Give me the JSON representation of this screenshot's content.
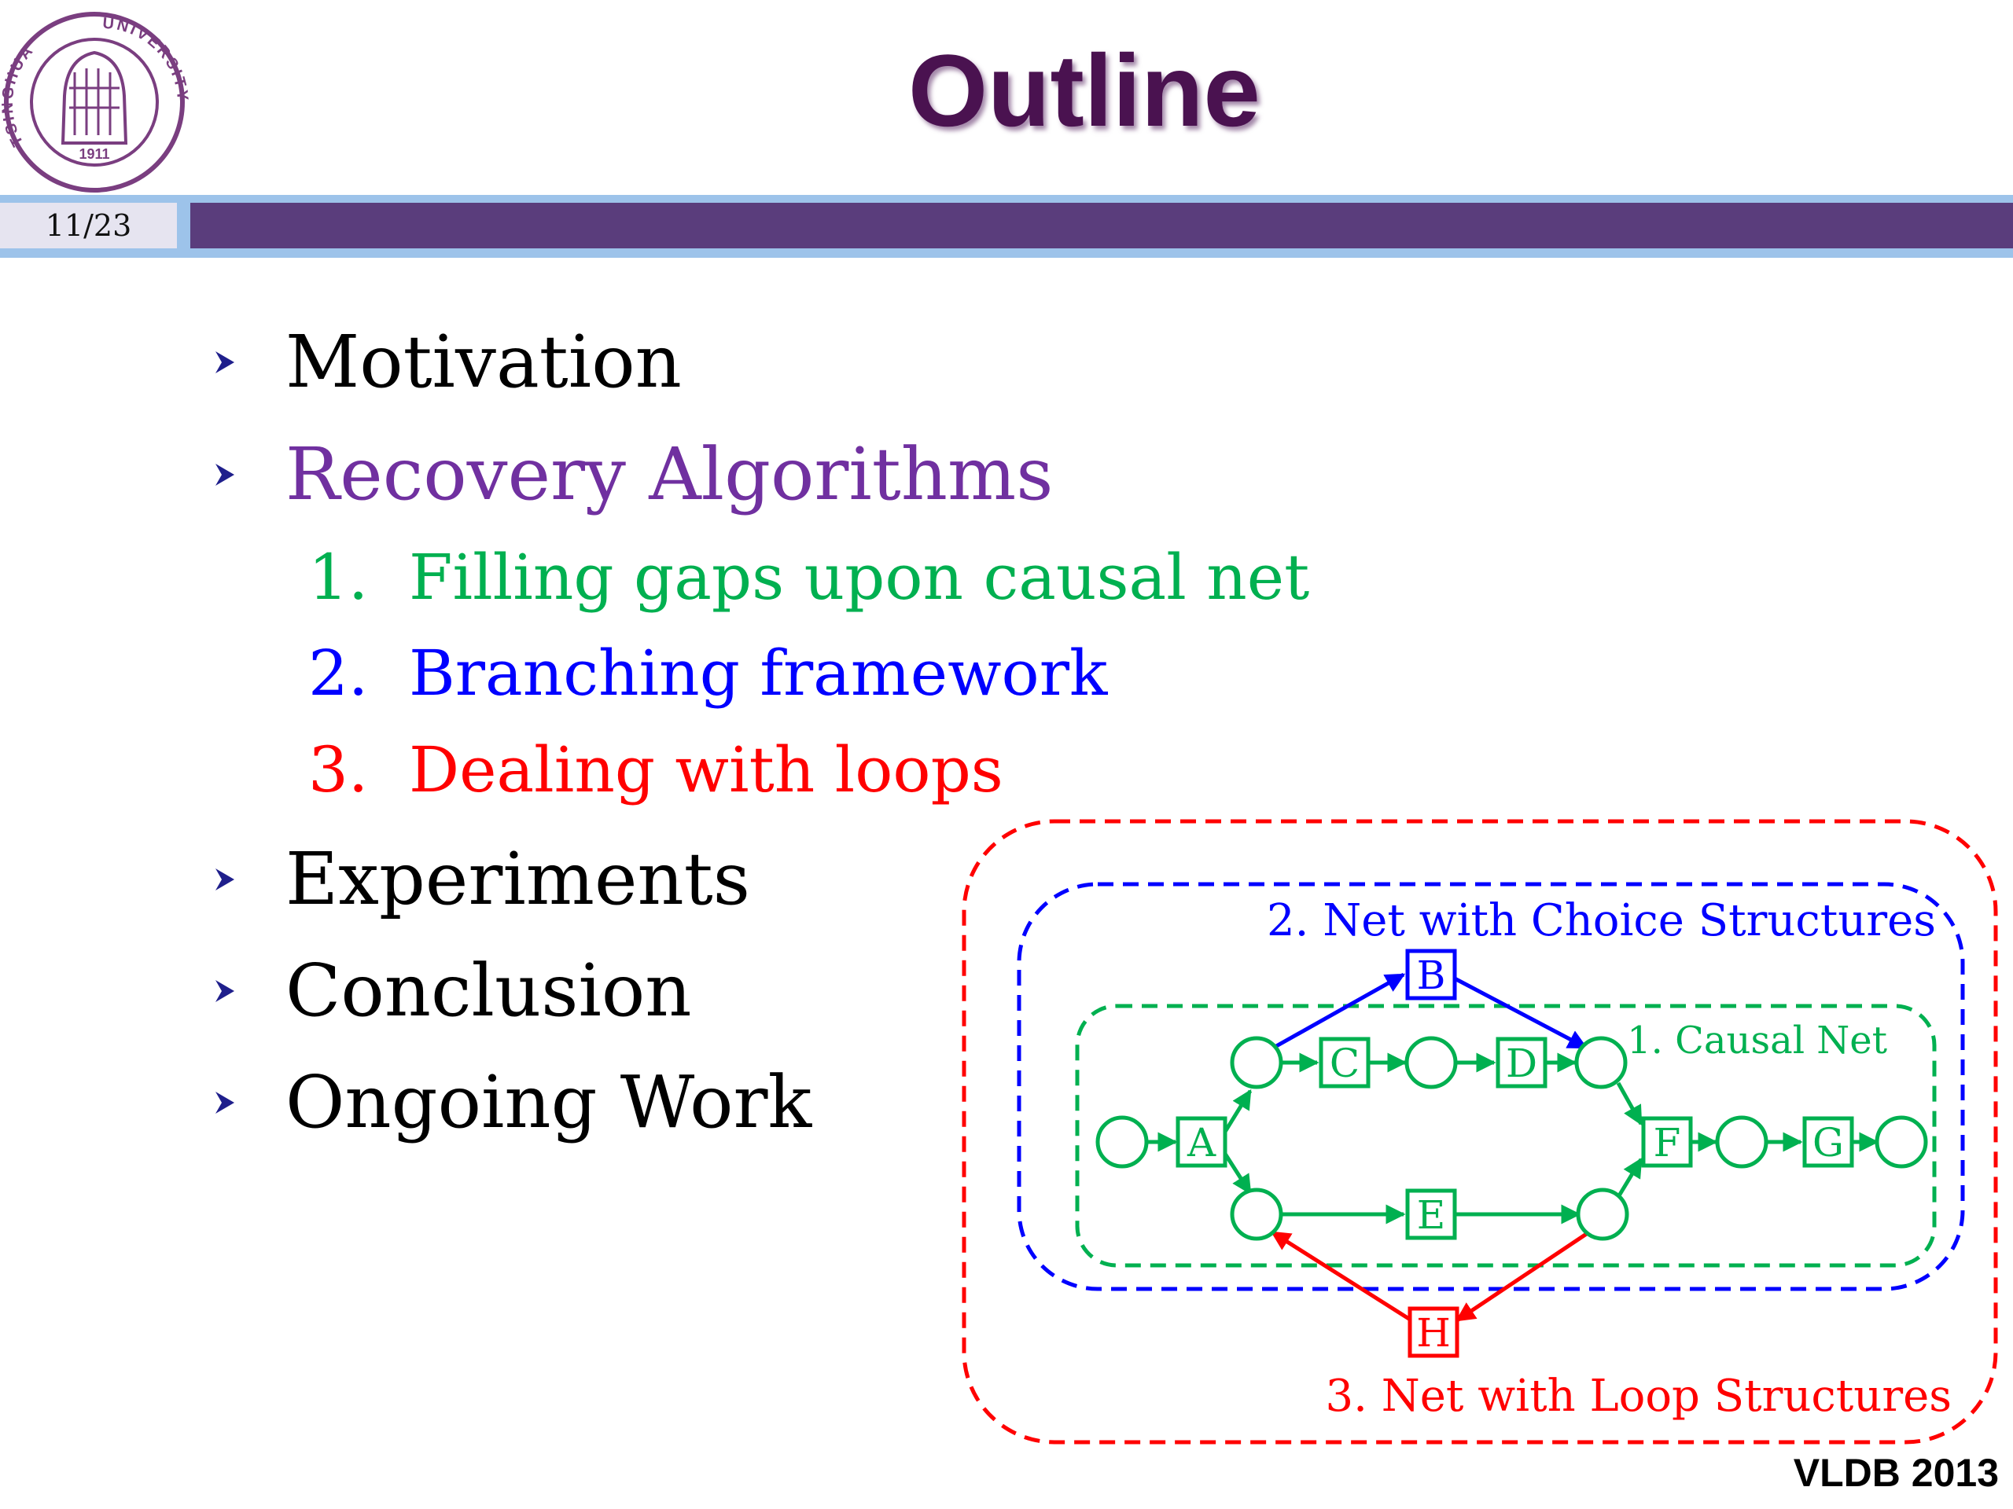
{
  "header": {
    "title": "Outline",
    "page_number": "11/23"
  },
  "logo": {
    "ring_text_left": "TSINGHUA",
    "ring_text_right": "UNIVERSITY",
    "year": "1911",
    "color": "#7a3e80"
  },
  "outline": {
    "items": [
      {
        "label": "Motivation",
        "color": "#000000"
      },
      {
        "label": "Recovery Algorithms",
        "color": "#7030a0"
      },
      {
        "label": "Experiments",
        "color": "#000000"
      },
      {
        "label": "Conclusion",
        "color": "#000000"
      },
      {
        "label": "Ongoing Work",
        "color": "#000000"
      }
    ],
    "subitems": [
      {
        "num": "1.",
        "label": "Filling gaps upon causal net",
        "color": "#00b050"
      },
      {
        "num": "2.",
        "label": "Branching framework",
        "color": "#0000ff"
      },
      {
        "num": "3.",
        "label": "Dealing with loops",
        "color": "#ff0000"
      }
    ],
    "bullet_icon": "chevron-right-icon",
    "bullet_color": "#1f1f8c"
  },
  "diagram": {
    "regions": [
      {
        "label": "3. Net with Loop Structures",
        "color": "#ff0000"
      },
      {
        "label": "2. Net with Choice Structures",
        "color": "#0000ff"
      },
      {
        "label": "1. Causal Net",
        "color": "#00b050"
      }
    ],
    "transitions": [
      "A",
      "B",
      "C",
      "D",
      "E",
      "F",
      "G",
      "H"
    ],
    "transition_colors": {
      "A": "#00b050",
      "B": "#0000ff",
      "C": "#00b050",
      "D": "#00b050",
      "E": "#00b050",
      "F": "#00b050",
      "G": "#00b050",
      "H": "#ff0000"
    }
  },
  "footer": {
    "conference": "VLDB 2013"
  }
}
